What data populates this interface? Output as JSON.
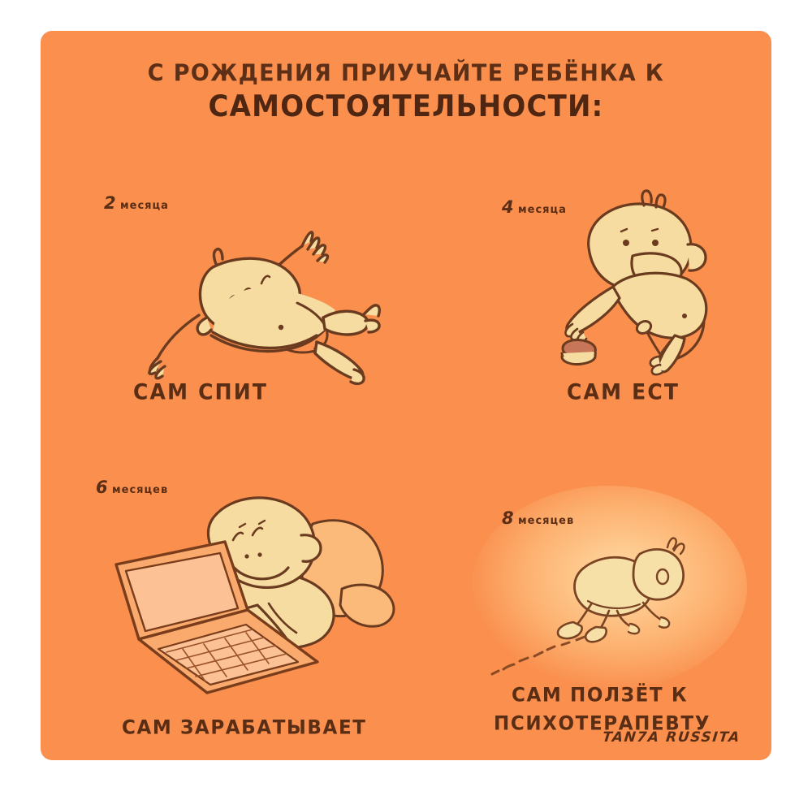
{
  "card": {
    "background_color": "#fa8f4e",
    "ink_color": "#5a2d15",
    "skin_color": "#f6dca0"
  },
  "title": {
    "line1": "С РОЖДЕНИЯ ПРИУЧАЙТЕ РЕБЁНКА К",
    "line2": "САМОСТОЯТЕЛЬНОСТИ:"
  },
  "panels": [
    {
      "age_number": "2",
      "age_unit": "месяца",
      "caption": "САМ СПИТ",
      "scene": "baby-sleeping-sprawled"
    },
    {
      "age_number": "4",
      "age_unit": "месяца",
      "caption": "САМ ЕСТ",
      "scene": "baby-eating-cookie-with-spoon"
    },
    {
      "age_number": "6",
      "age_unit": "месяцев",
      "caption": "САМ ЗАРАБАТЫВАЕТ",
      "scene": "baby-typing-on-laptop"
    },
    {
      "age_number": "8",
      "age_unit": "месяцев",
      "caption_line1": "САМ ПОЛЗЁТ К",
      "caption_line2": "ПСИХОТЕРАПЕВТУ",
      "scene": "baby-crawling-away-with-trail"
    }
  ],
  "signature": "TAN7A RUSSITA"
}
